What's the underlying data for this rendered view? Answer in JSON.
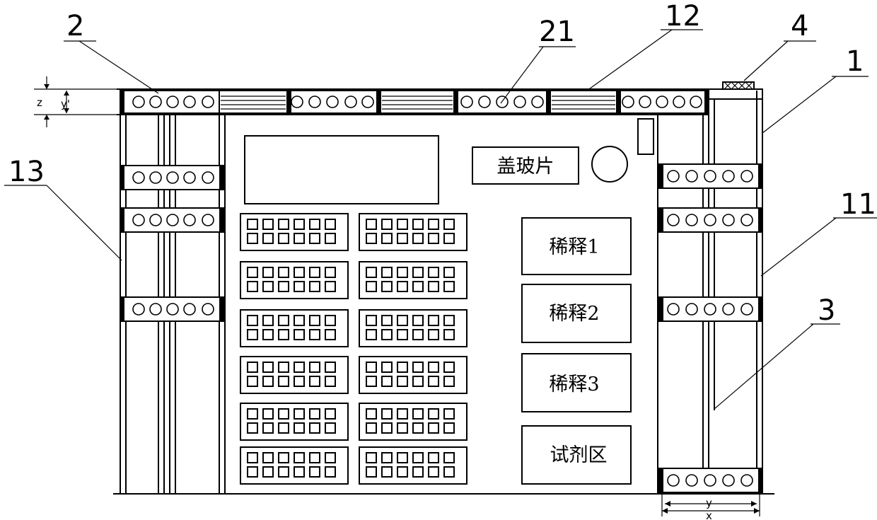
{
  "refs": {
    "r2": "2",
    "r21": "21",
    "r12": "12",
    "r4": "4",
    "r1": "1",
    "r13": "13",
    "r11": "11",
    "r3": "3"
  },
  "labels": {
    "cover_glass": "盖玻片",
    "dilution_1": "稀释1",
    "dilution_2": "稀释2",
    "dilution_3": "稀释3",
    "reagent_area": "试剂区"
  },
  "dims": {
    "z": "z",
    "y_prime": "y'",
    "y": "y",
    "x": "x"
  }
}
